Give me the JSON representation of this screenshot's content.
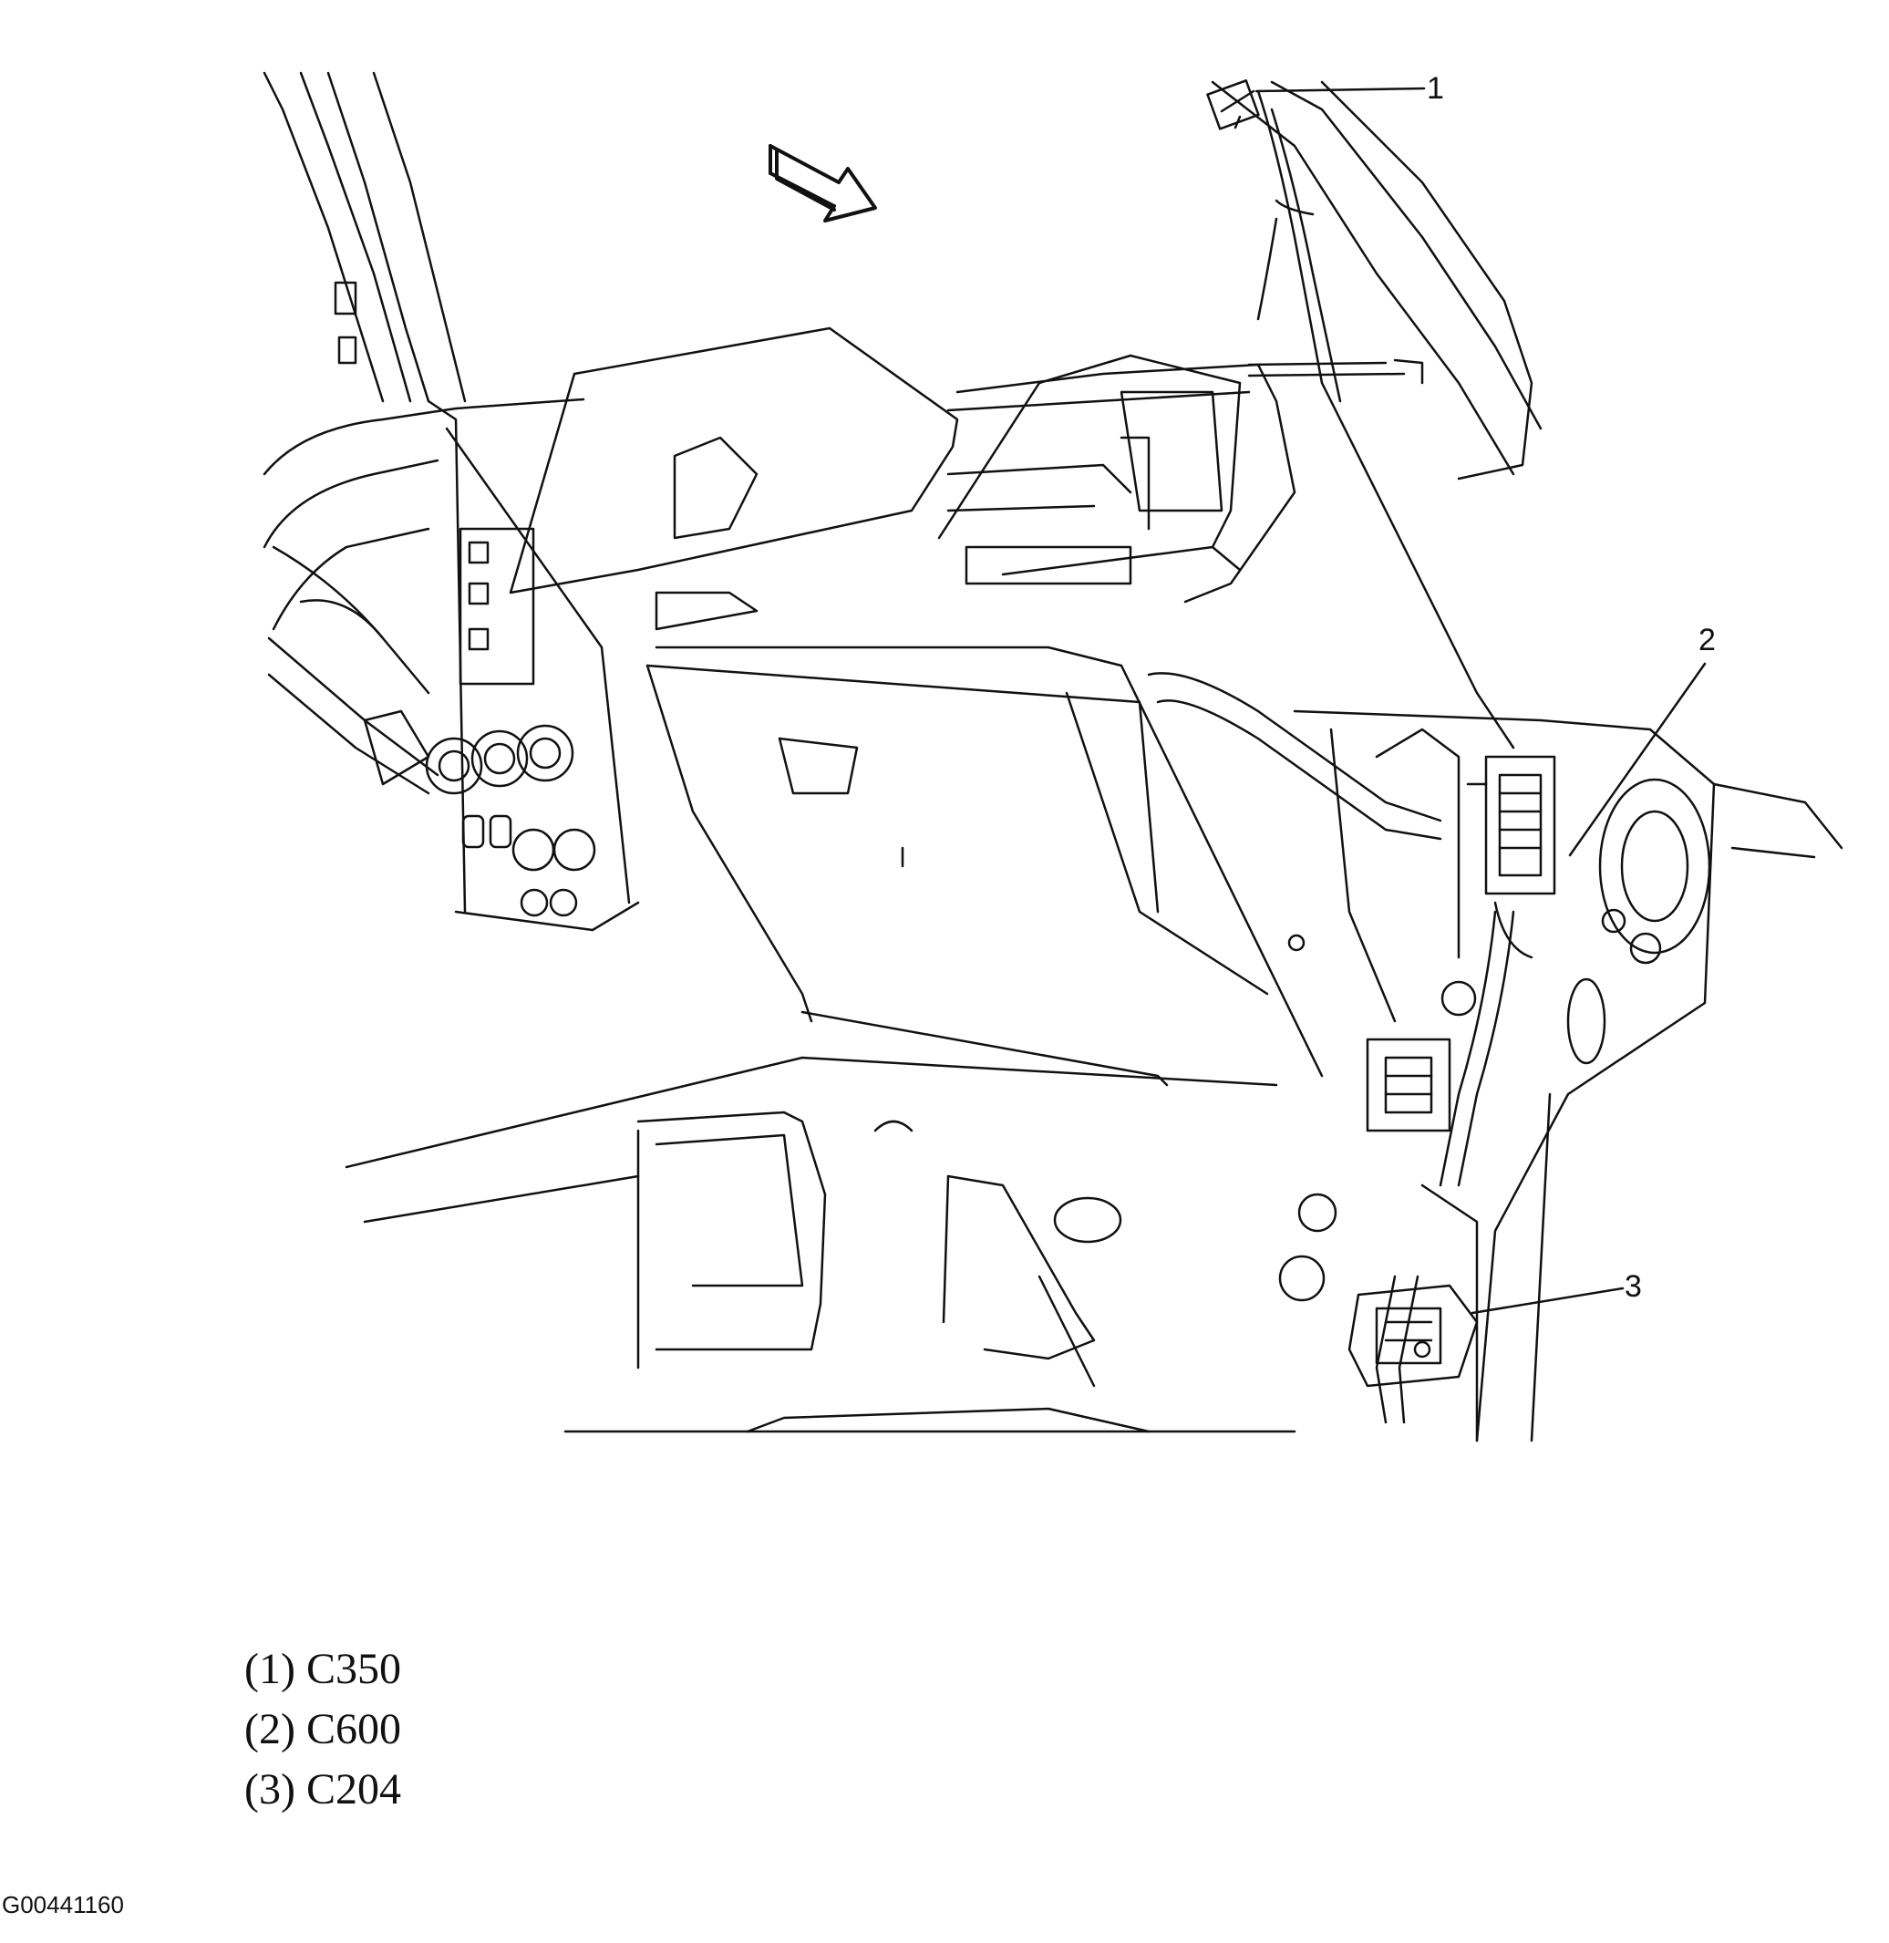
{
  "callouts": [
    "1",
    "2",
    "3"
  ],
  "legend": [
    {
      "number": "(1)",
      "code": "C350"
    },
    {
      "number": "(2)",
      "code": "C600"
    },
    {
      "number": "(3)",
      "code": "C204"
    }
  ],
  "figure_id": "G00441160",
  "icons": [
    "front-direction-arrow-icon"
  ],
  "colors": {
    "line": "#111111",
    "background": "#ffffff"
  }
}
